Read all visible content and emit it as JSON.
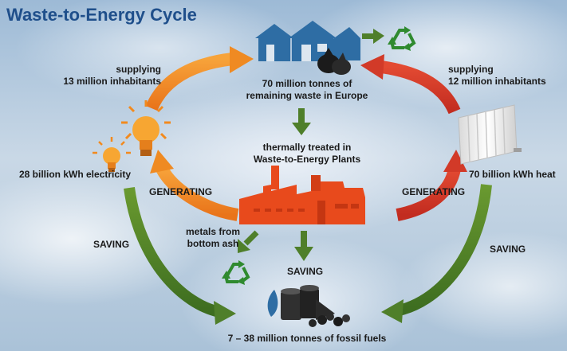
{
  "title": "Waste-to-Energy Cycle",
  "labels": {
    "waste_line1": "70 million tonnes of",
    "waste_line2": "remaining waste in Europe",
    "treated_line1": "thermally treated in",
    "treated_line2": "Waste-to-Energy Plants",
    "supply_left_line1": "supplying",
    "supply_left_line2": "13 million inhabitants",
    "supply_right_line1": "supplying",
    "supply_right_line2": "12 million inhabitants",
    "electricity": "28 billion kWh electricity",
    "heat": "70 billion kWh heat",
    "generating_left": "GENERATING",
    "generating_right": "GENERATING",
    "saving_left": "SAVING",
    "saving_right": "SAVING",
    "saving_center": "SAVING",
    "metals_line1": "metals from",
    "metals_line2": "bottom ash",
    "fossil": "7 – 38 million tonnes of fossil fuels"
  },
  "colors": {
    "title": "#1f4f8b",
    "house": "#2e6da4",
    "orange": "#f28a1e",
    "red": "#d63a2a",
    "green": "#4f7f2a",
    "plant": "#e84a1c",
    "recycle": "#2f8a2f"
  },
  "icons": [
    "house-icon",
    "trash-bag-icon",
    "recycle-icon",
    "lightbulb-icon",
    "radiator-icon",
    "factory-icon",
    "oil-barrel-icon"
  ]
}
